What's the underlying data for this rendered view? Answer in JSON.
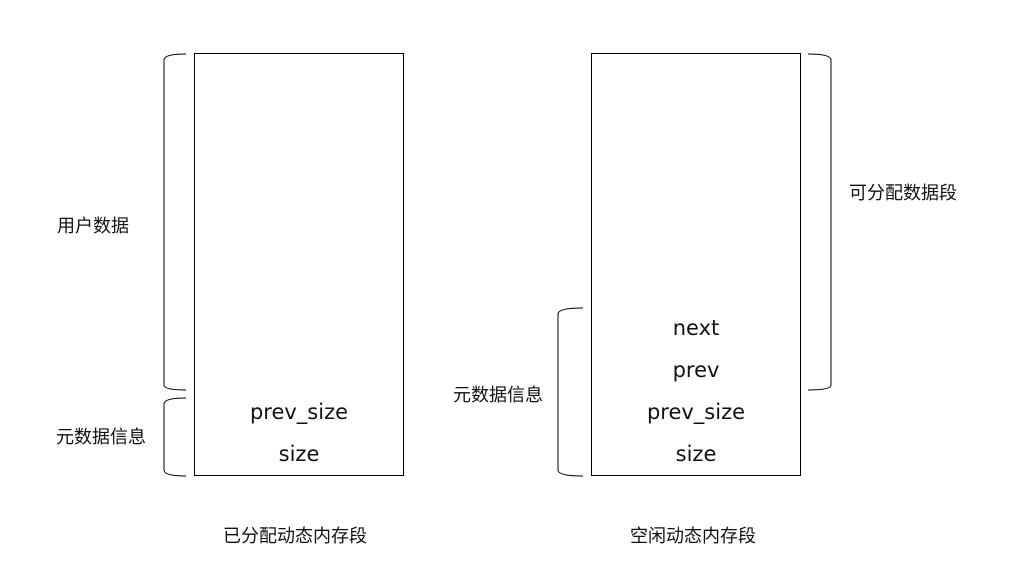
{
  "allocated": {
    "caption": "已分配动态内存段",
    "user_data_label": "用户数据",
    "metadata_label": "元数据信息",
    "fields": [
      "prev_size",
      "size"
    ]
  },
  "free": {
    "caption": "空闲动态内存段",
    "allocatable_label": "可分配数据段",
    "metadata_label": "元数据信息",
    "fields": [
      "next",
      "prev",
      "prev_size",
      "size"
    ]
  }
}
